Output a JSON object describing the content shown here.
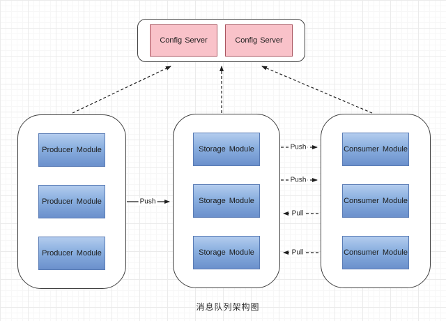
{
  "title_caption": "消息队列架构图",
  "groups": {
    "config": {
      "role": "config-server-group",
      "boxes": [
        "Config Server",
        "Config Server"
      ]
    },
    "producers": {
      "role": "producer-group",
      "boxes": [
        "Producer Module",
        "Producer Module",
        "Producer Module"
      ]
    },
    "storage": {
      "role": "storage-group",
      "boxes": [
        "Storage Module",
        "Storage Module",
        "Storage Module"
      ]
    },
    "consumers": {
      "role": "consumer-group",
      "boxes": [
        "Consumer Module",
        "Consumer Module",
        "Consumer Module"
      ]
    }
  },
  "edges": [
    {
      "from": "producer-group",
      "to": "storage-group",
      "label": "Push",
      "style": "solid",
      "direction": "right"
    },
    {
      "from": "storage-group",
      "to": "consumer-group",
      "label": "Push",
      "style": "dashed",
      "direction": "right"
    },
    {
      "from": "storage-group",
      "to": "consumer-group",
      "label": "Push",
      "style": "dashed",
      "direction": "right"
    },
    {
      "from": "consumer-group",
      "to": "storage-group",
      "label": "Pull",
      "style": "dashed",
      "direction": "left"
    },
    {
      "from": "consumer-group",
      "to": "storage-group",
      "label": "Pull",
      "style": "dashed",
      "direction": "left"
    },
    {
      "from": "producer-group",
      "to": "config-server-group",
      "label": "",
      "style": "dashed",
      "direction": "up"
    },
    {
      "from": "storage-group",
      "to": "config-server-group",
      "label": "",
      "style": "dashed",
      "direction": "up"
    },
    {
      "from": "consumer-group",
      "to": "config-server-group",
      "label": "",
      "style": "dashed",
      "direction": "up"
    }
  ],
  "colors": {
    "module_box_top": "#b3ccee",
    "module_box_mid": "#8aafdf",
    "module_box_bottom": "#6b90cc",
    "module_box_border": "#5a7cb5",
    "config_box_fill": "#f9c2c9",
    "config_box_border": "#aa5560",
    "container_border": "#3f3f3f",
    "arrow": "#1f1f1f"
  }
}
